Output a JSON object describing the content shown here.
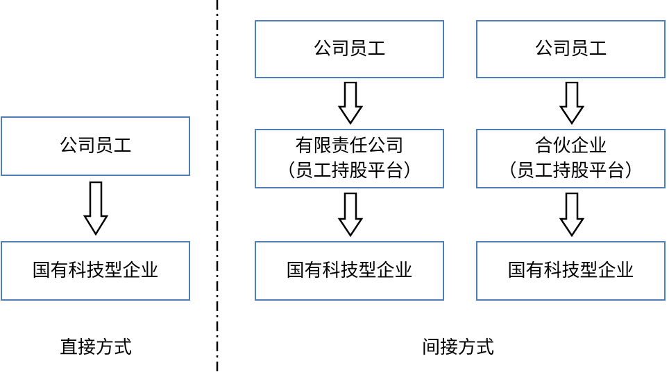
{
  "colors": {
    "box_border": "#4f7fb8",
    "arrow_stroke": "#000000",
    "divider": "#000000"
  },
  "direct": {
    "employee_box": "公司员工",
    "enterprise_box": "国有科技型企业",
    "label": "直接方式"
  },
  "indirect": {
    "label": "间接方式",
    "left_column": {
      "employee_box": "公司员工",
      "platform_line1": "有限责任公司",
      "platform_line2": "（员工持股平台）",
      "enterprise_box": "国有科技型企业"
    },
    "right_column": {
      "employee_box": "公司员工",
      "platform_line1": "合伙企业",
      "platform_line2": "（员工持股平台）",
      "enterprise_box": "国有科技型企业"
    }
  }
}
